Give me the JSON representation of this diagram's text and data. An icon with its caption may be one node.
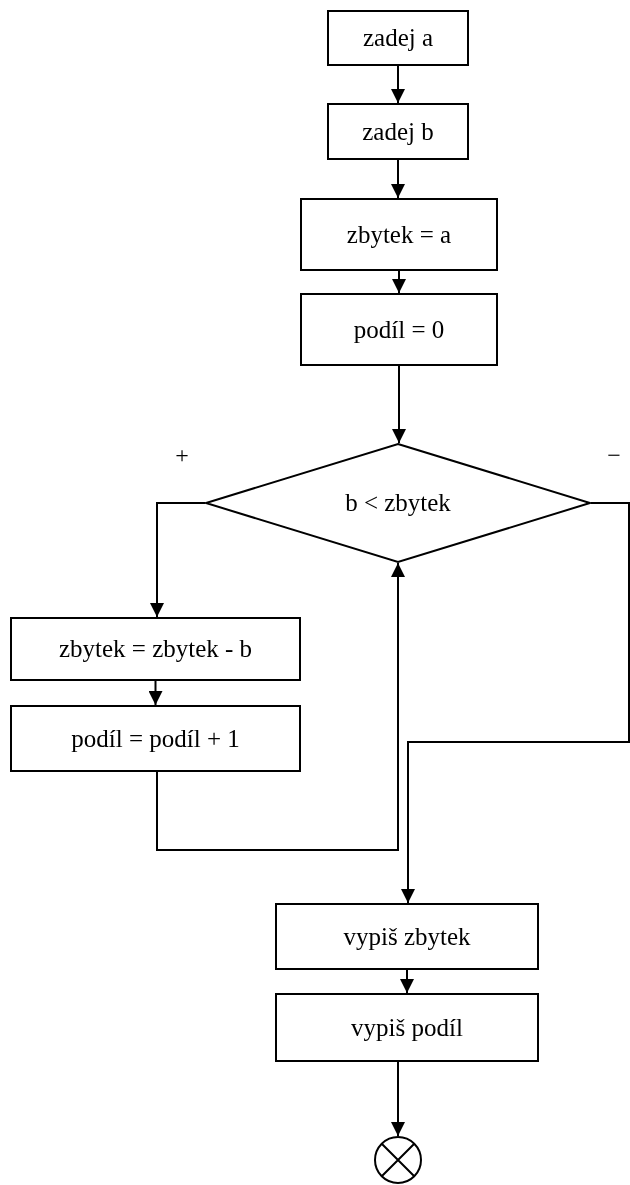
{
  "diagram": {
    "nodes": [
      {
        "text": [
          "zadej a"
        ]
      },
      {
        "text": [
          "zadej b"
        ]
      },
      {
        "text": [
          "zbytek = a"
        ]
      },
      {
        "text": [
          "podíl = 0"
        ]
      },
      {
        "text": [
          "b < zbytek"
        ]
      },
      {
        "text": [
          "zbytek = zbytek - b"
        ]
      },
      {
        "text": [
          "podíl = podíl + 1"
        ]
      },
      {
        "text": [
          "vypiš zbytek"
        ]
      },
      {
        "text": [
          "vypiš podíl"
        ]
      },
      {
        "text": [],
        "shape": "circle"
      }
    ],
    "edges": [
      {
        "from": 0,
        "to": 1,
        "arrow": "to"
      },
      {
        "from": 1,
        "to": 2,
        "arrow": "to"
      },
      {
        "from": 2,
        "to": 3,
        "arrow": "to"
      },
      {
        "from": 3,
        "to": 4,
        "arrow": "to"
      },
      {
        "from": 4,
        "to": 5,
        "arrow": "to",
        "label": "+"
      },
      {
        "from": 5,
        "to": 6,
        "arrow": "to"
      },
      {
        "from": 6,
        "to": 4,
        "arrow": "to"
      },
      {
        "from": 4,
        "to": 7,
        "arrow": "to",
        "label": "−"
      },
      {
        "from": 7,
        "to": 8,
        "arrow": "to"
      },
      {
        "from": 8,
        "to": 9,
        "arrow": "to"
      }
    ]
  }
}
